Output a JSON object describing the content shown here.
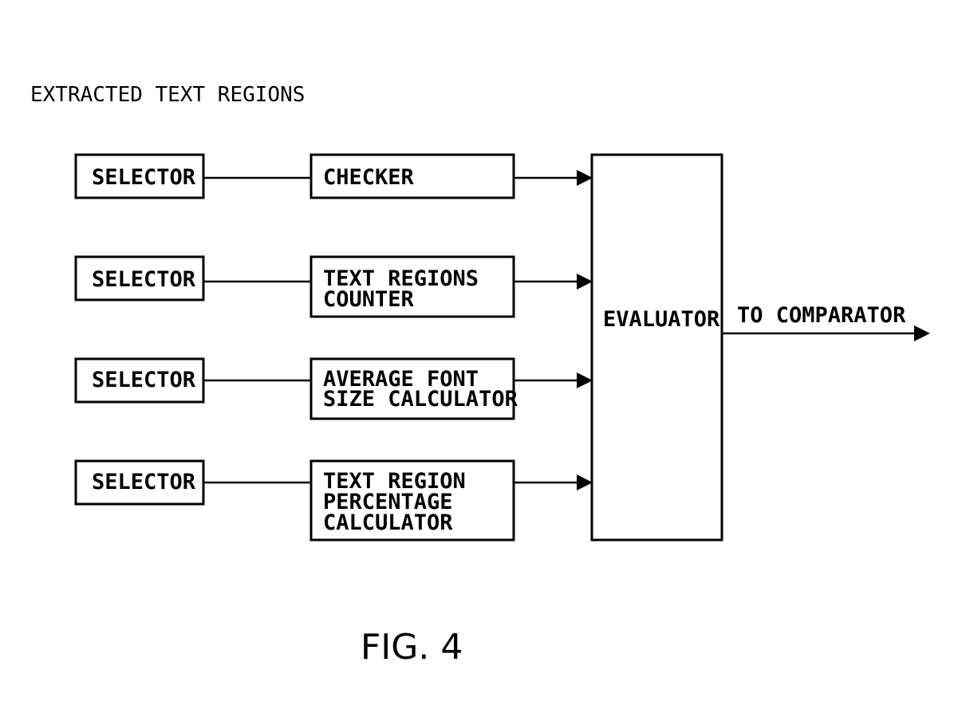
{
  "header": {
    "title": "EXTRACTED TEXT REGIONS"
  },
  "rows": [
    {
      "selector": "SELECTOR",
      "module_lines": [
        "CHECKER"
      ]
    },
    {
      "selector": "SELECTOR",
      "module_lines": [
        "TEXT REGIONS",
        "COUNTER"
      ]
    },
    {
      "selector": "SELECTOR",
      "module_lines": [
        "AVERAGE FONT",
        "SIZE CALCULATOR"
      ]
    },
    {
      "selector": "SELECTOR",
      "module_lines": [
        "TEXT REGION",
        "PERCENTAGE",
        "CALCULATOR"
      ]
    }
  ],
  "evaluator": {
    "label": "EVALUATOR"
  },
  "output": {
    "label": "TO COMPARATOR"
  },
  "figure": {
    "caption": "FIG. 4"
  }
}
